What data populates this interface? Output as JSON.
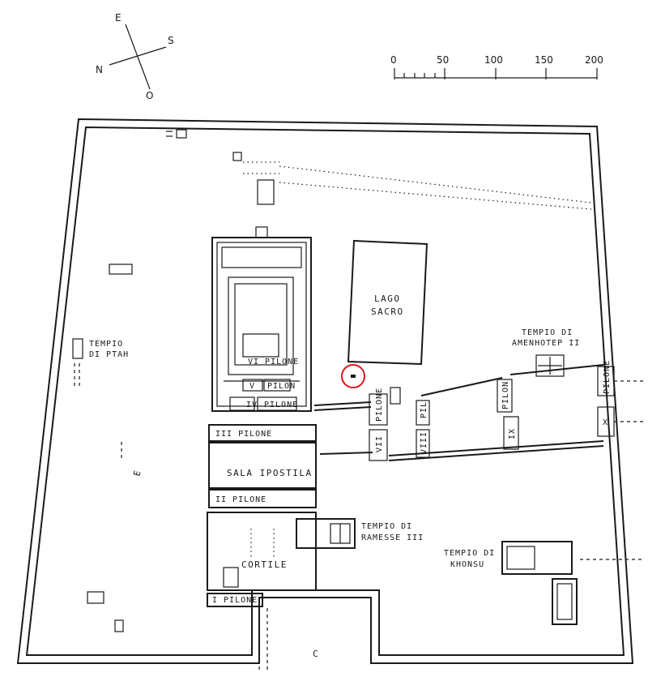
{
  "compass": {
    "north": "N",
    "south": "S",
    "east": "E",
    "west": "O"
  },
  "scale": {
    "ticks": [
      "0",
      "50",
      "100",
      "150",
      "200"
    ]
  },
  "labels": {
    "lago_sacro": [
      "LAGO",
      "SACRO"
    ],
    "tempio_ptah": [
      "TEMPIO",
      "DI PTAH"
    ],
    "tempio_amenhotep": [
      "TEMPIO DI",
      "AMENHOTEP II"
    ],
    "tempio_ramesse": [
      "TEMPIO DI",
      "RAMESSE III"
    ],
    "tempio_khonsu": [
      "TEMPIO DI",
      "KHONSU"
    ],
    "sala_ipostila": "SALA IPOSTILA",
    "cortile": "CORTILE",
    "pilone_i": "I PILONE",
    "pilone_ii": "II PILONE",
    "pilone_iii": "III PILONE",
    "pilone_iv_num": "IV",
    "pilone_iv_word": "PILONE",
    "pilone_v_num": "V",
    "pilone_v_word": "PILON",
    "pilone_vi": "VI PILONE",
    "pilone_vii_word": "PILONE",
    "pilone_vii_num": "VII",
    "pilone_viii_word": "PIL",
    "pilone_viii_num": "VIII",
    "pilone_ix_word": "PILON",
    "pilone_ix_num": "IX",
    "pilone_x_word": "PILONE",
    "pilone_x_num": "X",
    "letter_e": "E",
    "letter_c": "C"
  },
  "highlight_color": "#e0141e"
}
